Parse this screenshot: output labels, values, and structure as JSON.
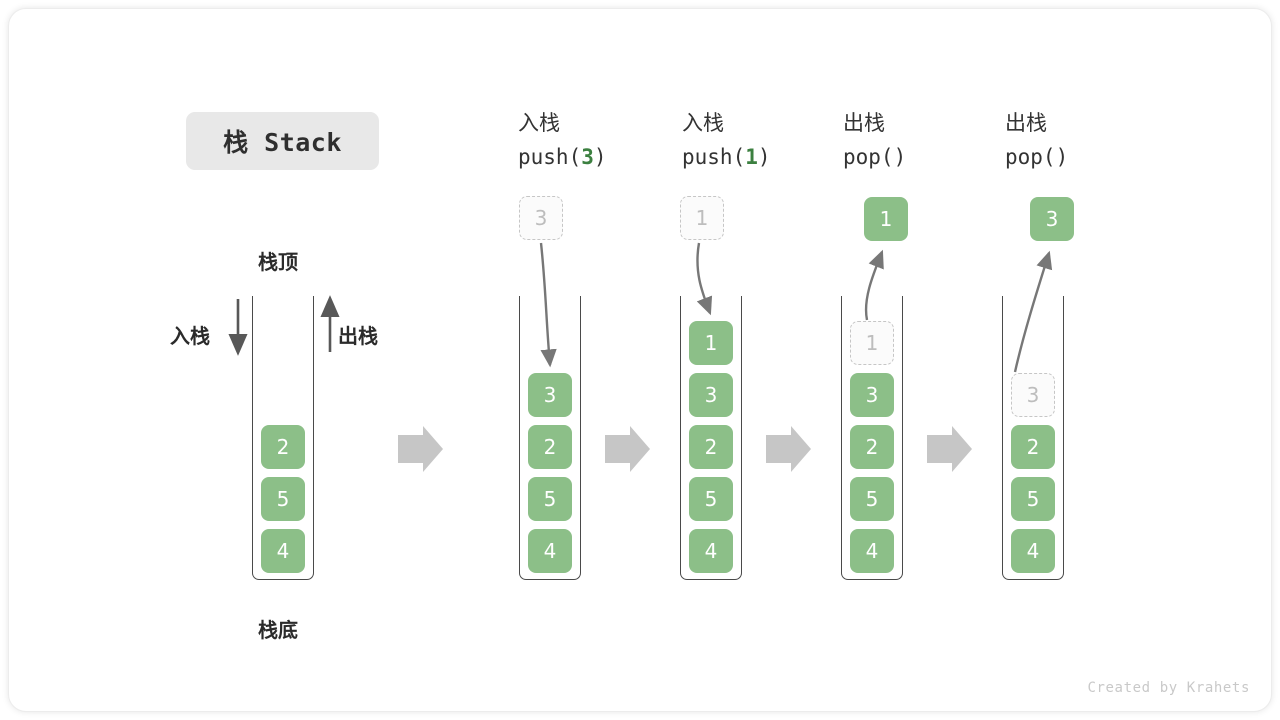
{
  "title": {
    "badge": "栈 Stack"
  },
  "legend": {
    "top_label": "栈顶",
    "bottom_label": "栈底",
    "push_label": "入栈",
    "pop_label": "出栈"
  },
  "credit": "Created by Krahets",
  "colors": {
    "element_green": "#8cbf88",
    "ghost_border": "#c6c6c6",
    "ghost_text": "#bdbdbd",
    "arrow_gray": "#777777",
    "block_arrow_gray": "#c6c6c6",
    "badge_bg": "#e8e8e8",
    "code_green": "#3c8040",
    "text_dark": "#2b2b2b"
  },
  "columns": [
    {
      "id": "initial",
      "header_cn": "",
      "header_code_prefix": "",
      "header_code_arg": "",
      "header_code_suffix": "",
      "stack": [
        {
          "value": "2",
          "state": "solid"
        },
        {
          "value": "5",
          "state": "solid"
        },
        {
          "value": "4",
          "state": "solid"
        }
      ],
      "floating": null
    },
    {
      "id": "push-3",
      "header_cn": "入栈",
      "header_code_prefix": "push(",
      "header_code_arg": "3",
      "header_code_suffix": ")",
      "stack": [
        {
          "value": "3",
          "state": "solid"
        },
        {
          "value": "2",
          "state": "solid"
        },
        {
          "value": "5",
          "state": "solid"
        },
        {
          "value": "4",
          "state": "solid"
        }
      ],
      "floating": {
        "value": "3",
        "state": "ghost",
        "direction": "in"
      }
    },
    {
      "id": "push-1",
      "header_cn": "入栈",
      "header_code_prefix": "push(",
      "header_code_arg": "1",
      "header_code_suffix": ")",
      "stack": [
        {
          "value": "1",
          "state": "solid"
        },
        {
          "value": "3",
          "state": "solid"
        },
        {
          "value": "2",
          "state": "solid"
        },
        {
          "value": "5",
          "state": "solid"
        },
        {
          "value": "4",
          "state": "solid"
        }
      ],
      "floating": {
        "value": "1",
        "state": "ghost",
        "direction": "in"
      }
    },
    {
      "id": "pop-1",
      "header_cn": "出栈",
      "header_code_prefix": "pop(",
      "header_code_arg": "",
      "header_code_suffix": ")",
      "stack": [
        {
          "value": "1",
          "state": "ghost"
        },
        {
          "value": "3",
          "state": "solid"
        },
        {
          "value": "2",
          "state": "solid"
        },
        {
          "value": "5",
          "state": "solid"
        },
        {
          "value": "4",
          "state": "solid"
        }
      ],
      "floating": {
        "value": "1",
        "state": "solid",
        "direction": "out"
      }
    },
    {
      "id": "pop-3",
      "header_cn": "出栈",
      "header_code_prefix": "pop(",
      "header_code_arg": "",
      "header_code_suffix": ")",
      "stack": [
        {
          "value": "3",
          "state": "ghost"
        },
        {
          "value": "2",
          "state": "solid"
        },
        {
          "value": "5",
          "state": "solid"
        },
        {
          "value": "4",
          "state": "solid"
        }
      ],
      "floating": {
        "value": "3",
        "state": "solid",
        "direction": "out"
      }
    }
  ]
}
